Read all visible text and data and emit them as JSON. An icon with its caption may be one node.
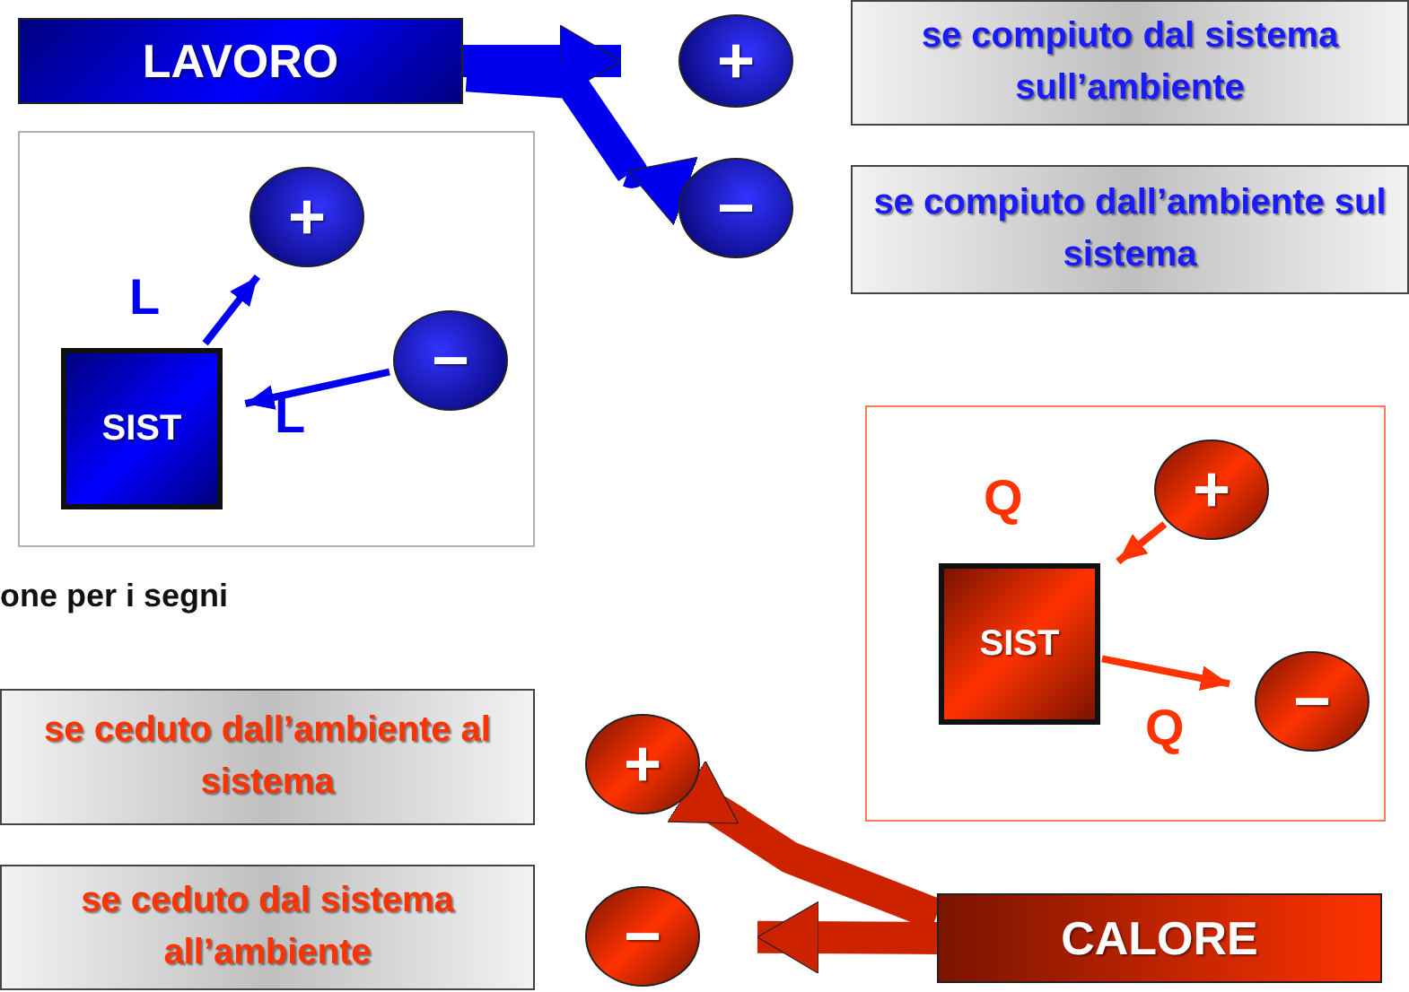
{
  "diagram": {
    "nodes": [
      {
        "text": [
          "LAVORO"
        ]
      },
      {
        "text": [
          "+"
        ]
      },
      {
        "text": [
          "se compiuto dal sistema sull’ambiente"
        ]
      },
      {
        "text": [
          "−"
        ]
      },
      {
        "text": [
          "se compiuto dall’ambiente sul sistema"
        ]
      },
      {
        "text": [],
        "shape": "box"
      },
      {
        "text": [
          "+"
        ],
        "in": 5
      },
      {
        "text": [
          "SIST"
        ],
        "in": 5
      },
      {
        "text": [
          "−"
        ],
        "in": 5
      },
      {
        "text": [],
        "shape": "box"
      },
      {
        "text": [
          "+"
        ],
        "in": 9
      },
      {
        "text": [
          "SIST"
        ],
        "in": 9
      },
      {
        "text": [
          "−"
        ],
        "in": 9
      },
      {
        "text": [
          "se ceduto dall’ambiente al sistema"
        ]
      },
      {
        "text": [
          "+"
        ]
      },
      {
        "text": [
          "se ceduto dal sistema all’ambiente"
        ]
      },
      {
        "text": [
          "−"
        ]
      },
      {
        "text": [
          "CALORE"
        ]
      }
    ],
    "edges": [
      {
        "from": 0,
        "to": 1,
        "arrow": "to",
        "style": "thick",
        "color": "#0000ee"
      },
      {
        "from": 0,
        "to": 3,
        "arrow": "to",
        "style": "thick",
        "color": "#0000ee"
      },
      {
        "from": 7,
        "to": 6,
        "arrow": "to",
        "label": "L",
        "color": "#0000ee"
      },
      {
        "from": 8,
        "to": 7,
        "arrow": "to",
        "label": "L",
        "color": "#0000ee"
      },
      {
        "from": 10,
        "to": 11,
        "arrow": "to",
        "label": "Q",
        "color": "#ff3300"
      },
      {
        "from": 11,
        "to": 12,
        "arrow": "to",
        "label": "Q",
        "color": "#ff3300"
      },
      {
        "from": 17,
        "to": 14,
        "arrow": "to",
        "style": "thick",
        "color": "#cc2200"
      },
      {
        "from": 17,
        "to": 16,
        "arrow": "to",
        "style": "thick",
        "color": "#cc2200"
      }
    ],
    "labels": [
      "one per i segni"
    ]
  }
}
